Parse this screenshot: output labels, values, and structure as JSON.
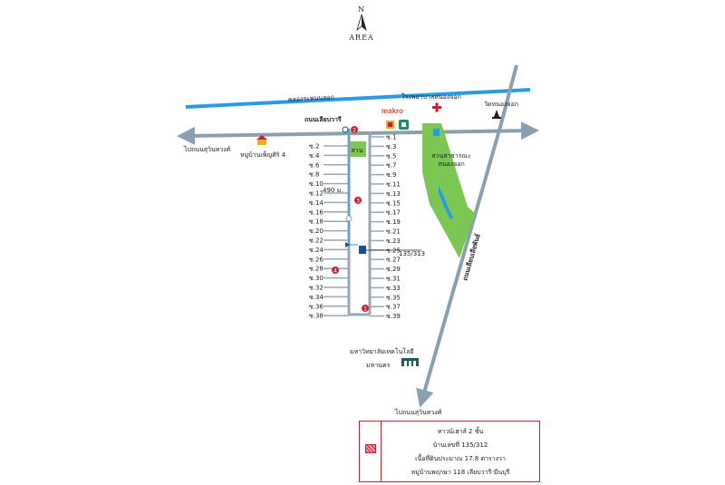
{
  "compass": {
    "north": "N",
    "label": "AREA"
  },
  "canal": "คลองระพนนลอก",
  "road_main": "ถนนเลียบวารี",
  "road_diag": "ถนนเลียบเลียพันธ์",
  "to_suwinthawong_left": "ไปถนนสุวินทวงศ์",
  "to_suwinthawong_bottom": "ไปถนนสุวินทวงศ์",
  "makro": "makro",
  "hospital": "โรงพยาบาลหนองจอก",
  "temple": "วัดหนองจอก",
  "village": "หมู่บ้านเพ็ญศิริ 4",
  "park": {
    "line1": "สวนสาธารณะ",
    "line2": "หนองจอก"
  },
  "small_park": "สวน",
  "distance": "490 ม.",
  "house_no_label": "135/313",
  "university": {
    "line1": "มหาวิทยาลัยเทคโนโลยี",
    "line2": "มหานคร"
  },
  "sois_left": [
    "ซ.2",
    "ซ.4",
    "ซ.6",
    "ซ.8",
    "ซ.10",
    "ซ.12",
    "ซ.14",
    "ซ.16",
    "ซ.18",
    "ซ.20",
    "ซ.22",
    "ซ.24",
    "ซ.26",
    "ซ.28",
    "ซ.30",
    "ซ.32",
    "ซ.34",
    "ซ.36",
    "ซ.38"
  ],
  "sois_right": [
    "ซ.1",
    "ซ.3",
    "ซ.5",
    "ซ.7",
    "ซ.9",
    "ซ.11",
    "ซ.13",
    "ซ.15",
    "ซ.17",
    "ซ.19",
    "ซ.21",
    "ซ.23",
    "ซ.25",
    "ซ.27",
    "ซ.29",
    "ซ.31",
    "ซ.33",
    "ซ.35",
    "ซ.37",
    "ซ.39"
  ],
  "markers": [
    "1",
    "2",
    "3",
    "4"
  ],
  "info": {
    "type": "ทาวน์เฮาส์ 2 ชั้น",
    "house": "บ้านเลขที่ 135/312",
    "area": "เนื้อที่ดินประมาณ 17.8 ตารางวา",
    "village": "หมู่บ้านพฤกษา 118 เลียบวารี-มีนบุรี"
  },
  "colors": {
    "canal": "#2a9be0",
    "road": "#8aa0ae",
    "green": "#7cc653",
    "red": "#c8202d",
    "soi": "#9aa7b1"
  }
}
